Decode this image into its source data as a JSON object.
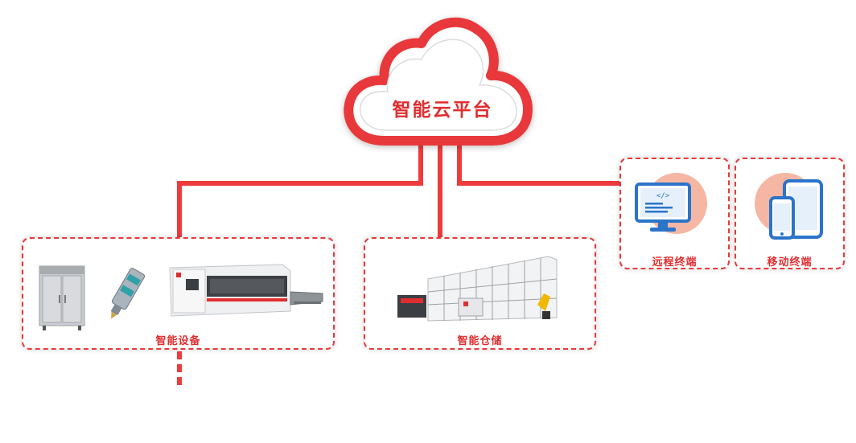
{
  "cloud": {
    "label": "智能云平台",
    "icon": "cloud-icon"
  },
  "nodes": {
    "equipment": {
      "label": "智能设备"
    },
    "warehouse": {
      "label": "智能仓储"
    },
    "remote": {
      "label": "远程终端",
      "icon": "monitor-icon"
    },
    "mobile": {
      "label": "移动终端",
      "icon": "mobile-devices-icon"
    }
  },
  "colors": {
    "accent": "#e8393b",
    "icon_bg": "#f6b6a4",
    "icon_blue": "#2a74c9"
  }
}
